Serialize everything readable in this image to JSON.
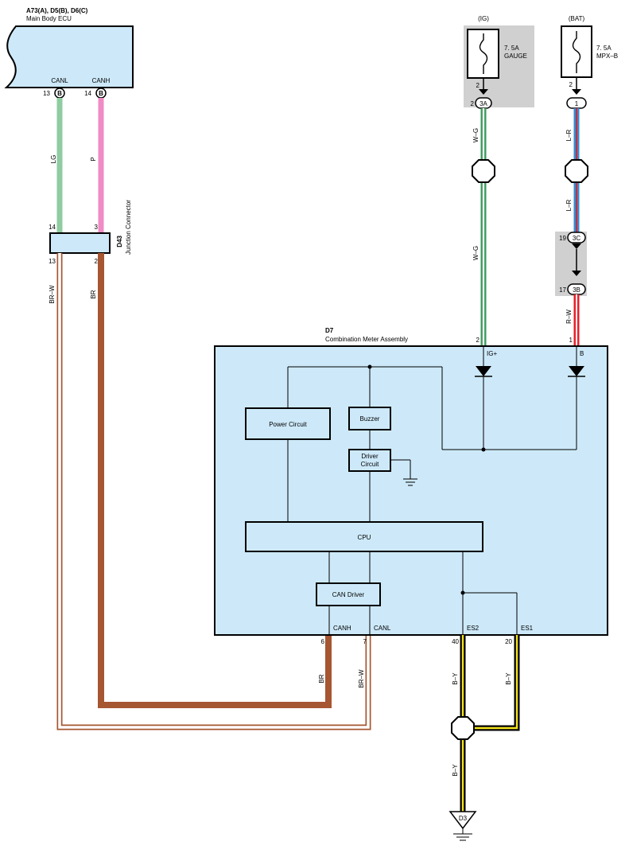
{
  "ecu": {
    "ref": "A73(A), D5(B), D6(C)",
    "name": "Main Body ECU",
    "pin_canl_name": "CANL",
    "pin_canh_name": "CANH",
    "pin_canl_num": "13",
    "pin_canh_num": "14",
    "connector_letter": "B"
  },
  "junction": {
    "ref": "D43",
    "name": "Junction Connector",
    "top_left_pin": "14",
    "top_right_pin": "3",
    "bottom_left_pin": "13",
    "bottom_right_pin": "2"
  },
  "fuse_ig": {
    "source": "(IG)",
    "rating": "7. 5A",
    "name": "GAUGE",
    "pin": "2",
    "conn_pin": "2",
    "conn_id": "3A"
  },
  "fuse_bat": {
    "source": "(BAT)",
    "rating": "7. 5A",
    "name": "MPX–B",
    "pin": "2",
    "conn_id": "1"
  },
  "connectors": {
    "c3c_pin": "19",
    "c3c_id": "3C",
    "c3b_pin": "17",
    "c3b_id": "3B"
  },
  "meter": {
    "ref": "D7",
    "name": "Combination Meter Assembly",
    "pin_ig_num": "2",
    "pin_ig_name": "IG+",
    "pin_b_num": "1",
    "pin_b_name": "B",
    "power_circuit": "Power Circuit",
    "buzzer": "Buzzer",
    "driver_circuit_line1": "Driver",
    "driver_circuit_line2": "Circuit",
    "cpu": "CPU",
    "can_driver": "CAN Driver",
    "pin_canh_name": "CANH",
    "pin_canl_name": "CANL",
    "pin_es2_name": "ES2",
    "pin_es1_name": "ES1",
    "pin_canh_num": "6",
    "pin_canl_num": "7",
    "pin_es2_num": "40",
    "pin_es1_num": "20"
  },
  "ground": {
    "ref": "D3"
  },
  "wire_labels": {
    "lg": "LG",
    "p": "P",
    "brw_left": "BR–W",
    "br_left": "BR",
    "wg_upper": "W–G",
    "wg_lower": "W–G",
    "lr_upper": "L–R",
    "lr_lower": "L–R",
    "rw": "R–W",
    "br_bottom": "BR",
    "brw_bottom": "BR–W",
    "by_es2": "B–Y",
    "by_es1": "B–Y",
    "by_ground": "B–Y"
  },
  "colors": {
    "module_fill": "#cde9f9",
    "gray_box": "#d0d0d0",
    "wire_lg": "#8fcc9f",
    "wire_pink": "#f08bc4",
    "wire_brown": "#a65631",
    "wire_green": "#3e9a5c",
    "wire_blue": "#2d8fd6",
    "wire_red": "#e3222a",
    "wire_yellow": "#f2e21b"
  }
}
